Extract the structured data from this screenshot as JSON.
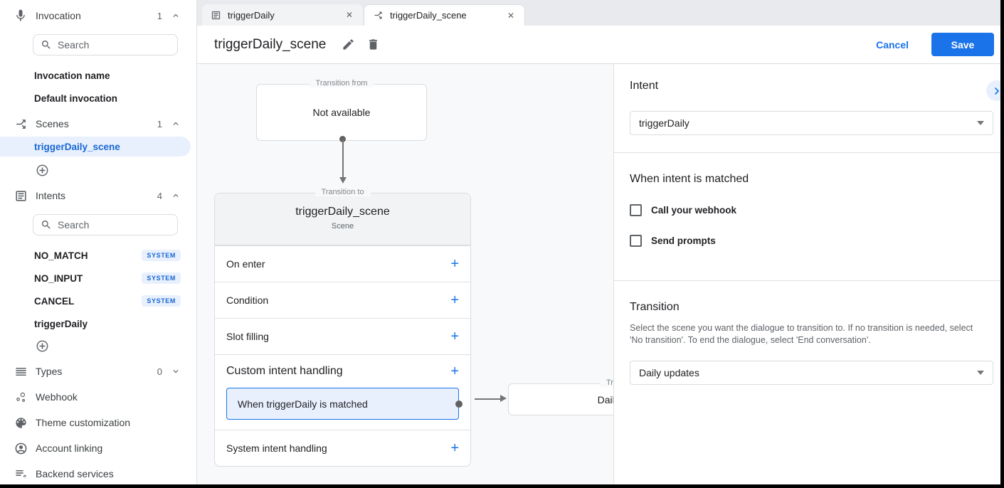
{
  "colors": {
    "accent": "#1a73e8",
    "selected_bg": "#e8f0fe",
    "badge_bg": "#e8f0fe",
    "badge_text": "#1967d2",
    "canvas_bg": "#f8f9fa",
    "tabstrip_bg": "#e8eaed",
    "border": "#dadce0",
    "text_primary": "#202124",
    "text_secondary": "#5f6368",
    "edge_bar": "#000000"
  },
  "icons": {
    "close": "✕",
    "add_plus": "+"
  },
  "sidebar": {
    "invocation": {
      "label": "Invocation",
      "count": "1",
      "search_placeholder": "Search",
      "items": [
        "Invocation name",
        "Default invocation"
      ]
    },
    "scenes": {
      "label": "Scenes",
      "count": "1",
      "selected_item": "triggerDaily_scene"
    },
    "intents": {
      "label": "Intents",
      "count": "4",
      "search_placeholder": "Search",
      "badge_label": "SYSTEM",
      "items": [
        {
          "name": "NO_MATCH",
          "system": true
        },
        {
          "name": "NO_INPUT",
          "system": true
        },
        {
          "name": "CANCEL",
          "system": true
        },
        {
          "name": "triggerDaily",
          "system": false
        }
      ]
    },
    "types": {
      "label": "Types",
      "count": "0"
    },
    "webhook_label": "Webhook",
    "theme_label": "Theme customization",
    "account_label": "Account linking",
    "backend_label": "Backend services"
  },
  "tabs": [
    {
      "label": "triggerDaily",
      "active": false
    },
    {
      "label": "triggerDaily_scene",
      "active": true
    }
  ],
  "header": {
    "title": "triggerDaily_scene",
    "cancel_label": "Cancel",
    "save_label": "Save"
  },
  "diagram": {
    "transition_from": {
      "legend": "Transition from",
      "text": "Not available"
    },
    "scene_card": {
      "legend": "Transition to",
      "title": "triggerDaily_scene",
      "subtitle": "Scene",
      "rows": [
        {
          "label": "On enter"
        },
        {
          "label": "Condition"
        },
        {
          "label": "Slot filling"
        },
        {
          "label": "Custom intent handling",
          "child": "When triggerDaily is matched"
        },
        {
          "label": "System intent handling"
        }
      ]
    },
    "target_card": {
      "legend": "Transition to",
      "title": "Daily updates"
    }
  },
  "panel": {
    "intent": {
      "heading": "Intent",
      "value": "triggerDaily"
    },
    "matched": {
      "heading": "When intent is matched",
      "checkboxes": [
        {
          "label": "Call your webhook",
          "checked": false
        },
        {
          "label": "Send prompts",
          "checked": false
        }
      ]
    },
    "transition": {
      "heading": "Transition",
      "description": "Select the scene you want the dialogue to transition to. If no transition is needed, select 'No transition'. To end the dialogue, select 'End conversation'.",
      "value": "Daily updates"
    }
  }
}
